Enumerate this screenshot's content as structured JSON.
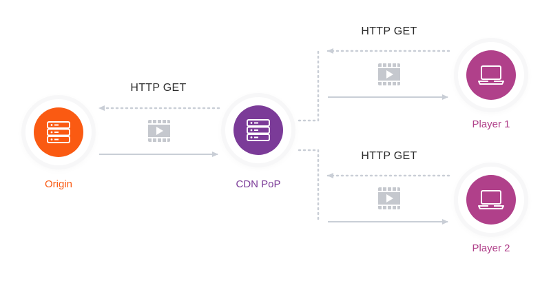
{
  "colors": {
    "origin": "#fa5a12",
    "cdn": "#7b3b98",
    "player": "#b0408a",
    "arrow": "#c9ced6",
    "video_icon": "#c5c8ce",
    "text": "#2b2b2b"
  },
  "nodes": {
    "origin": {
      "label": "Origin",
      "icon": "server-icon"
    },
    "cdn": {
      "label": "CDN PoP",
      "icon": "server-icon"
    },
    "player1": {
      "label": "Player 1",
      "icon": "laptop-icon"
    },
    "player2": {
      "label": "Player 2",
      "icon": "laptop-icon"
    }
  },
  "links": {
    "cdn_origin": {
      "request_label": "HTTP GET",
      "payload_icon": "video-icon"
    },
    "player1_cdn": {
      "request_label": "HTTP GET",
      "payload_icon": "video-icon"
    },
    "player2_cdn": {
      "request_label": "HTTP GET",
      "payload_icon": "video-icon"
    }
  }
}
